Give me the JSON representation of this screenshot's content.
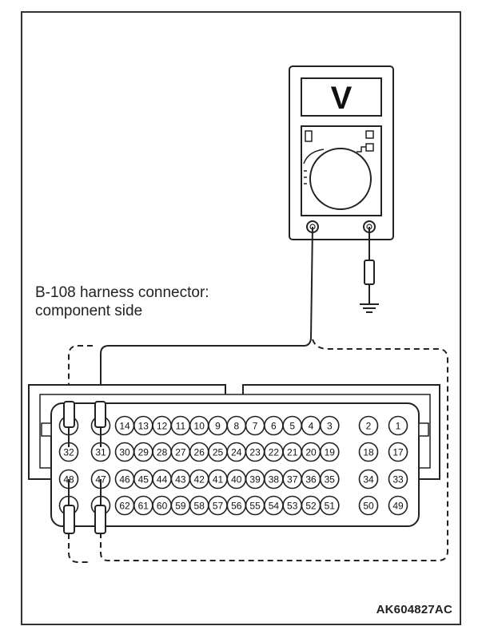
{
  "caption": {
    "line1": "B-108 harness connector:",
    "line2": "component side"
  },
  "meter": {
    "display_symbol": "V"
  },
  "figure_code": "AK604827AC",
  "connector": {
    "rows": [
      {
        "pins": [
          "",
          "",
          "14",
          "13",
          "12",
          "11",
          "10",
          "9",
          "8",
          "7",
          "6",
          "5",
          "4",
          "3",
          "2",
          "1"
        ]
      },
      {
        "pins": [
          "32",
          "31",
          "30",
          "29",
          "28",
          "27",
          "26",
          "25",
          "24",
          "23",
          "22",
          "21",
          "20",
          "19",
          "18",
          "17"
        ]
      },
      {
        "pins": [
          "48",
          "47",
          "46",
          "45",
          "44",
          "43",
          "42",
          "41",
          "40",
          "39",
          "38",
          "37",
          "36",
          "35",
          "34",
          "33"
        ]
      },
      {
        "pins": [
          "",
          "",
          "62",
          "61",
          "60",
          "59",
          "58",
          "57",
          "56",
          "55",
          "54",
          "53",
          "52",
          "51",
          "50",
          "49"
        ]
      }
    ]
  }
}
